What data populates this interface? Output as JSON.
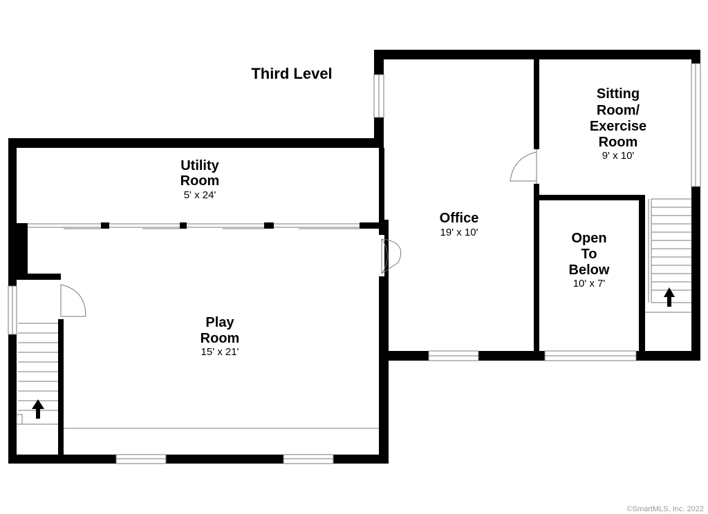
{
  "level_title": "Third Level",
  "rooms": {
    "utility": {
      "lines": [
        "Utility",
        "Room"
      ],
      "size": "5' x 24'"
    },
    "play": {
      "lines": [
        "Play",
        "Room"
      ],
      "size": "15' x 21'"
    },
    "office": {
      "lines": [
        "Office"
      ],
      "size": "19' x 10'"
    },
    "sitting": {
      "lines": [
        "Sitting",
        "Room/",
        "Exercise",
        "Room"
      ],
      "size": "9' x 10'"
    },
    "open": {
      "lines": [
        "Open",
        "To",
        "Below"
      ],
      "size": "10' x 7'"
    }
  },
  "copyright": "©SmartMLS, Inc.  2022",
  "colors": {
    "wall": "#000000",
    "background": "#ffffff"
  }
}
